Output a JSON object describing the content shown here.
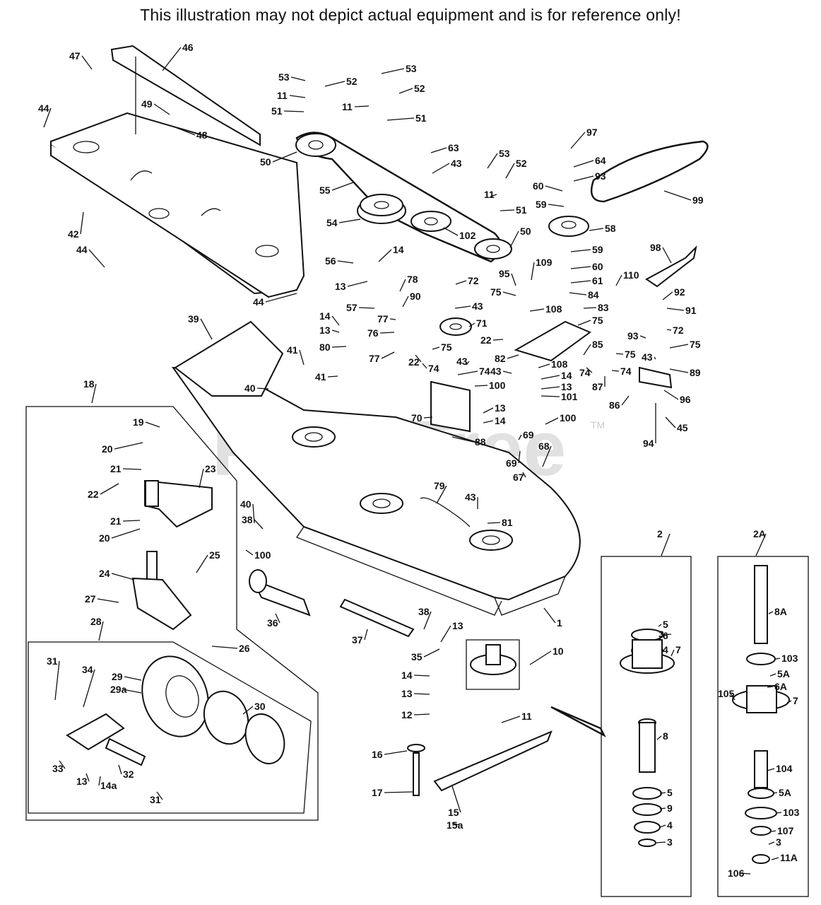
{
  "disclaimer": "This illustration may not depict actual equipment and is for reference only!",
  "watermark": {
    "text": "PartsTree",
    "tm": "TM"
  },
  "callouts": [
    {
      "id": "c46",
      "text": "46"
    },
    {
      "id": "c47",
      "text": "47"
    },
    {
      "id": "c44a",
      "text": "44"
    },
    {
      "id": "c49",
      "text": "49"
    },
    {
      "id": "c48",
      "text": "48"
    },
    {
      "id": "c42",
      "text": "42"
    },
    {
      "id": "c44b",
      "text": "44"
    },
    {
      "id": "c44c",
      "text": "44"
    },
    {
      "id": "c50a",
      "text": "50"
    },
    {
      "id": "c53a",
      "text": "53"
    },
    {
      "id": "c11a",
      "text": "11"
    },
    {
      "id": "c51a",
      "text": "51"
    },
    {
      "id": "c52a",
      "text": "52"
    },
    {
      "id": "c53b",
      "text": "53"
    },
    {
      "id": "c52b",
      "text": "52"
    },
    {
      "id": "c11b",
      "text": "11"
    },
    {
      "id": "c51b",
      "text": "51"
    },
    {
      "id": "c55",
      "text": "55"
    },
    {
      "id": "c54",
      "text": "54"
    },
    {
      "id": "c63",
      "text": "63"
    },
    {
      "id": "c43a",
      "text": "43"
    },
    {
      "id": "c102",
      "text": "102"
    },
    {
      "id": "c53c",
      "text": "53"
    },
    {
      "id": "c52c",
      "text": "52"
    },
    {
      "id": "c11c",
      "text": "11"
    },
    {
      "id": "c51c",
      "text": "51"
    },
    {
      "id": "c50b",
      "text": "50"
    },
    {
      "id": "c97",
      "text": "97"
    },
    {
      "id": "c64",
      "text": "64"
    },
    {
      "id": "c93a",
      "text": "93"
    },
    {
      "id": "c60a",
      "text": "60"
    },
    {
      "id": "c59a",
      "text": "59"
    },
    {
      "id": "c99",
      "text": "99"
    },
    {
      "id": "c58",
      "text": "58"
    },
    {
      "id": "c59b",
      "text": "59"
    },
    {
      "id": "c60b",
      "text": "60"
    },
    {
      "id": "c61",
      "text": "61"
    },
    {
      "id": "c84",
      "text": "84"
    },
    {
      "id": "c98",
      "text": "98"
    },
    {
      "id": "c56",
      "text": "56"
    },
    {
      "id": "c14a",
      "text": "14"
    },
    {
      "id": "c13a",
      "text": "13"
    },
    {
      "id": "c78",
      "text": "78"
    },
    {
      "id": "c90",
      "text": "90"
    },
    {
      "id": "c57",
      "text": "57"
    },
    {
      "id": "c72a",
      "text": "72"
    },
    {
      "id": "c95",
      "text": "95"
    },
    {
      "id": "c109",
      "text": "109"
    },
    {
      "id": "c110",
      "text": "110"
    },
    {
      "id": "c92",
      "text": "92"
    },
    {
      "id": "c75a",
      "text": "75"
    },
    {
      "id": "c43b",
      "text": "43"
    },
    {
      "id": "c108a",
      "text": "108"
    },
    {
      "id": "c83",
      "text": "83"
    },
    {
      "id": "c91",
      "text": "91"
    },
    {
      "id": "c77a",
      "text": "77"
    },
    {
      "id": "c76",
      "text": "76"
    },
    {
      "id": "c71",
      "text": "71"
    },
    {
      "id": "c75b",
      "text": "75"
    },
    {
      "id": "c72b",
      "text": "72"
    },
    {
      "id": "c14b",
      "text": "14"
    },
    {
      "id": "c13b",
      "text": "13"
    },
    {
      "id": "c22a",
      "text": "22"
    },
    {
      "id": "c93b",
      "text": "93"
    },
    {
      "id": "c80",
      "text": "80"
    },
    {
      "id": "c77b",
      "text": "77"
    },
    {
      "id": "c75c",
      "text": "75"
    },
    {
      "id": "c85",
      "text": "85"
    },
    {
      "id": "c75d",
      "text": "75"
    },
    {
      "id": "c75e",
      "text": "75"
    },
    {
      "id": "c82",
      "text": "82"
    },
    {
      "id": "c22b",
      "text": "22"
    },
    {
      "id": "c74a",
      "text": "74"
    },
    {
      "id": "c74b",
      "text": "74"
    },
    {
      "id": "c74c",
      "text": "74"
    },
    {
      "id": "c43c",
      "text": "43"
    },
    {
      "id": "c43d",
      "text": "43"
    },
    {
      "id": "c108b",
      "text": "108"
    },
    {
      "id": "c14c",
      "text": "14"
    },
    {
      "id": "c13c",
      "text": "13"
    },
    {
      "id": "c89",
      "text": "89"
    },
    {
      "id": "c87",
      "text": "87"
    },
    {
      "id": "c96",
      "text": "96"
    },
    {
      "id": "c86",
      "text": "86"
    },
    {
      "id": "c74d",
      "text": "74"
    },
    {
      "id": "c43e",
      "text": "43"
    },
    {
      "id": "c39",
      "text": "39"
    },
    {
      "id": "c41a",
      "text": "41"
    },
    {
      "id": "c41b",
      "text": "41"
    },
    {
      "id": "c40a",
      "text": "40"
    },
    {
      "id": "c100a",
      "text": "100"
    },
    {
      "id": "c101",
      "text": "101"
    },
    {
      "id": "c13d",
      "text": "13"
    },
    {
      "id": "c14d",
      "text": "14"
    },
    {
      "id": "c70",
      "text": "70"
    },
    {
      "id": "c100b",
      "text": "100"
    },
    {
      "id": "c94",
      "text": "94"
    },
    {
      "id": "c45",
      "text": "45"
    },
    {
      "id": "c88",
      "text": "88"
    },
    {
      "id": "c69a",
      "text": "69"
    },
    {
      "id": "c69b",
      "text": "69"
    },
    {
      "id": "c68",
      "text": "68"
    },
    {
      "id": "c67",
      "text": "67"
    },
    {
      "id": "c18",
      "text": "18"
    },
    {
      "id": "c19",
      "text": "19"
    },
    {
      "id": "c20a",
      "text": "20"
    },
    {
      "id": "c21a",
      "text": "21"
    },
    {
      "id": "c23",
      "text": "23"
    },
    {
      "id": "c22c",
      "text": "22"
    },
    {
      "id": "c21b",
      "text": "21"
    },
    {
      "id": "c20b",
      "text": "20"
    },
    {
      "id": "c79",
      "text": "79"
    },
    {
      "id": "c43f",
      "text": "43"
    },
    {
      "id": "c81",
      "text": "81"
    },
    {
      "id": "c40b",
      "text": "40"
    },
    {
      "id": "c38a",
      "text": "38"
    },
    {
      "id": "c100c",
      "text": "100"
    },
    {
      "id": "c25",
      "text": "25"
    },
    {
      "id": "c24",
      "text": "24"
    },
    {
      "id": "c27",
      "text": "27"
    },
    {
      "id": "c2",
      "text": "2"
    },
    {
      "id": "c2A",
      "text": "2A"
    },
    {
      "id": "c3a",
      "text": "3"
    },
    {
      "id": "c4a",
      "text": "4"
    },
    {
      "id": "c5a",
      "text": "5"
    },
    {
      "id": "c6",
      "text": "6"
    },
    {
      "id": "c7a",
      "text": "7"
    },
    {
      "id": "c8A",
      "text": "8A"
    },
    {
      "id": "c103a",
      "text": "103"
    },
    {
      "id": "c5Aa",
      "text": "5A"
    },
    {
      "id": "c6A",
      "text": "6A"
    },
    {
      "id": "c105",
      "text": "105"
    },
    {
      "id": "c7b",
      "text": "7"
    },
    {
      "id": "c1",
      "text": "1"
    },
    {
      "id": "c36",
      "text": "36"
    },
    {
      "id": "c37",
      "text": "37"
    },
    {
      "id": "c38b",
      "text": "38"
    },
    {
      "id": "c13e",
      "text": "13"
    },
    {
      "id": "c35",
      "text": "35"
    },
    {
      "id": "c10",
      "text": "10"
    },
    {
      "id": "c28",
      "text": "28"
    },
    {
      "id": "c26",
      "text": "26"
    },
    {
      "id": "c31a",
      "text": "31"
    },
    {
      "id": "c34",
      "text": "34"
    },
    {
      "id": "c29",
      "text": "29"
    },
    {
      "id": "c29a",
      "text": "29a"
    },
    {
      "id": "c30",
      "text": "30"
    },
    {
      "id": "c14e",
      "text": "14"
    },
    {
      "id": "c13f",
      "text": "13"
    },
    {
      "id": "c12",
      "text": "12"
    },
    {
      "id": "c11d",
      "text": "11"
    },
    {
      "id": "c8",
      "text": "8"
    },
    {
      "id": "c104",
      "text": "104"
    },
    {
      "id": "c33",
      "text": "33"
    },
    {
      "id": "c13g",
      "text": "13"
    },
    {
      "id": "c14a2",
      "text": "14a"
    },
    {
      "id": "c32",
      "text": "32"
    },
    {
      "id": "c31b",
      "text": "31"
    },
    {
      "id": "c16",
      "text": "16"
    },
    {
      "id": "c17",
      "text": "17"
    },
    {
      "id": "c15",
      "text": "15"
    },
    {
      "id": "c15a",
      "text": "15a"
    },
    {
      "id": "c5b",
      "text": "5"
    },
    {
      "id": "c9",
      "text": "9"
    },
    {
      "id": "c4b",
      "text": "4"
    },
    {
      "id": "c3b",
      "text": "3"
    },
    {
      "id": "c5Ab",
      "text": "5A"
    },
    {
      "id": "c103b",
      "text": "103"
    },
    {
      "id": "c107",
      "text": "107"
    },
    {
      "id": "c3c",
      "text": "3"
    },
    {
      "id": "c11A",
      "text": "11A"
    },
    {
      "id": "c106",
      "text": "106"
    }
  ]
}
